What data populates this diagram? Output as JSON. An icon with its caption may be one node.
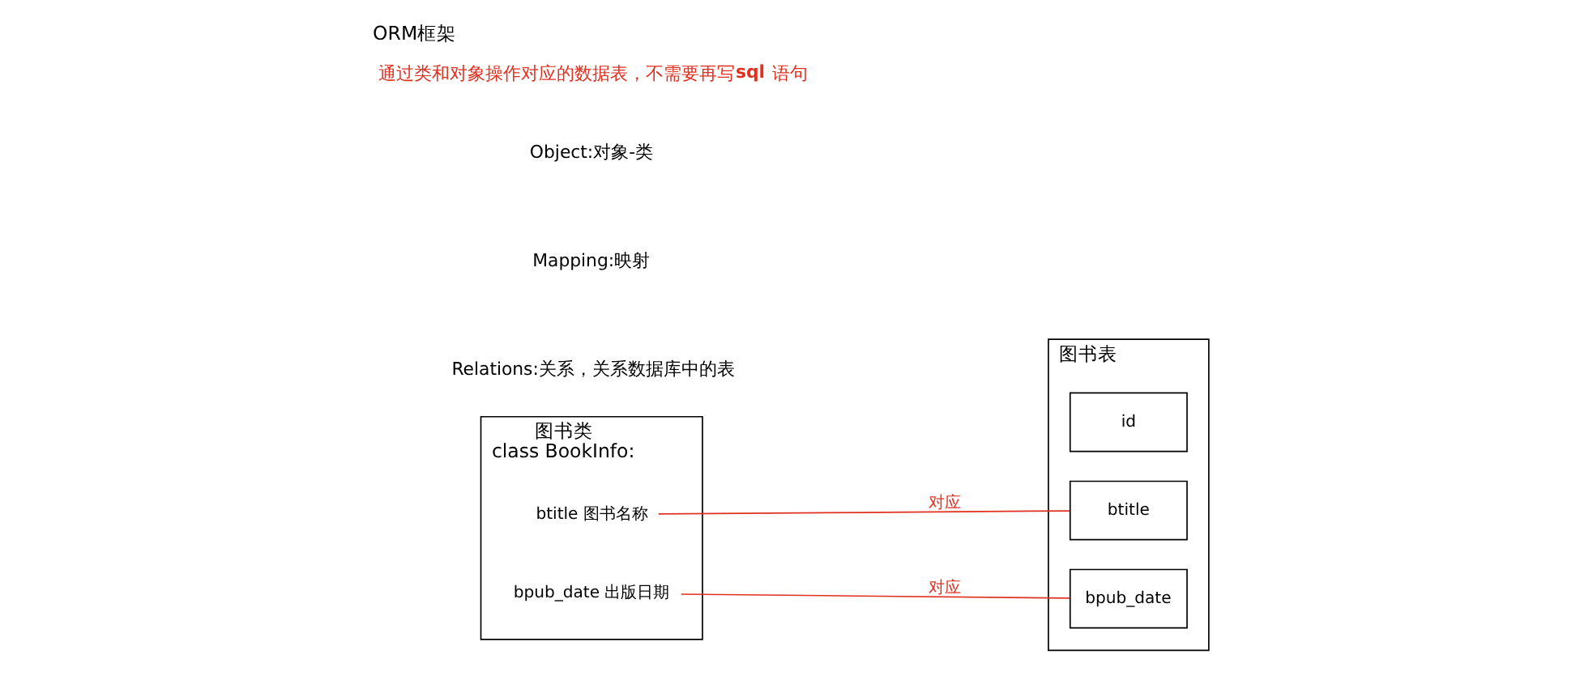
{
  "diagram": {
    "title": "ORM框架",
    "nodes": [
      {
        "text": [
          "class BookInfo:"
        ],
        "beside": [
          "图书类"
        ]
      },
      {
        "text": [
          "btitle 图书名称"
        ],
        "in": 0
      },
      {
        "text": [
          "bpub_date 出版日期"
        ],
        "in": 0
      },
      {
        "text": [],
        "shape": "box",
        "beside": [
          "图书表"
        ]
      },
      {
        "text": [
          "id"
        ],
        "in": 3
      },
      {
        "text": [
          "btitle"
        ],
        "in": 3
      },
      {
        "text": [
          "bpub_date"
        ],
        "in": 3
      }
    ],
    "edges": [
      {
        "from": 1,
        "to": 5,
        "arrow": "none",
        "label": "对应"
      },
      {
        "from": 2,
        "to": 6,
        "arrow": "none",
        "label": "对应"
      }
    ],
    "labels": [
      "Object:对象-类",
      "Mapping:映射",
      "Relations:关系，关系数据库中的表",
      "通过类和对象操作对应的数据表，不需要再写**sql**语句"
    ]
  }
}
